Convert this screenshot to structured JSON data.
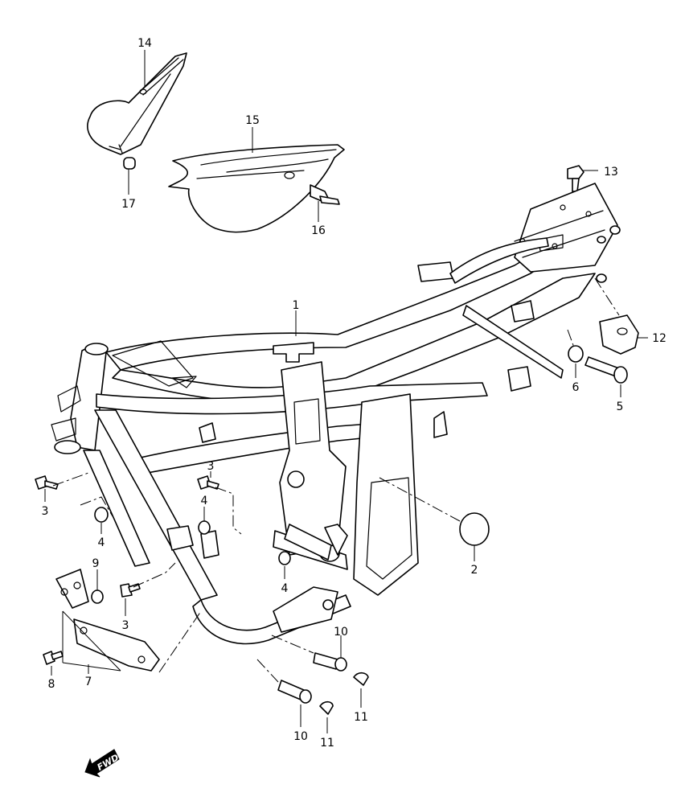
{
  "callouts": [
    {
      "id": "1",
      "label": "1"
    },
    {
      "id": "2",
      "label": "2"
    },
    {
      "id": "3a",
      "label": "3"
    },
    {
      "id": "3b",
      "label": "3"
    },
    {
      "id": "3c",
      "label": "3"
    },
    {
      "id": "4a",
      "label": "4"
    },
    {
      "id": "4b",
      "label": "4"
    },
    {
      "id": "4c",
      "label": "4"
    },
    {
      "id": "5",
      "label": "5"
    },
    {
      "id": "6",
      "label": "6"
    },
    {
      "id": "7",
      "label": "7"
    },
    {
      "id": "8",
      "label": "8"
    },
    {
      "id": "9",
      "label": "9"
    },
    {
      "id": "10a",
      "label": "10"
    },
    {
      "id": "10b",
      "label": "10"
    },
    {
      "id": "11a",
      "label": "11"
    },
    {
      "id": "11b",
      "label": "11"
    },
    {
      "id": "12",
      "label": "12"
    },
    {
      "id": "13",
      "label": "13"
    },
    {
      "id": "14",
      "label": "14"
    },
    {
      "id": "15",
      "label": "15"
    },
    {
      "id": "16",
      "label": "16"
    },
    {
      "id": "17",
      "label": "17"
    }
  ],
  "direction_badge": "FWD",
  "line_color": "#000000",
  "background_color": "#ffffff"
}
